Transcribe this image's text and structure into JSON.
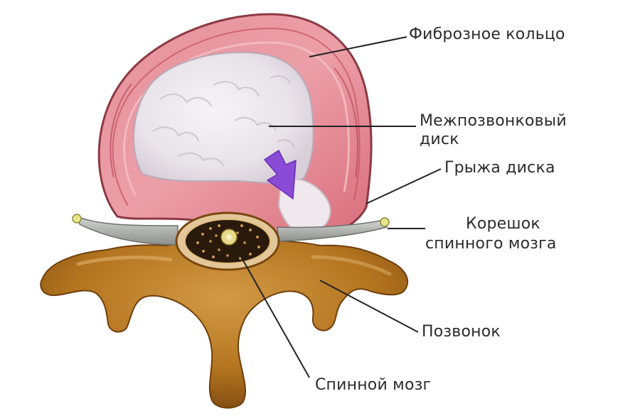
{
  "labels": {
    "annulus": "Фиброзное кольцо",
    "disc_line1": "Межпозвонковый",
    "disc_line2": "диск",
    "hernia": "Грыжа диска",
    "root_line1": "Корешок",
    "root_line2": "спинного мозга",
    "vertebra": "Позвонок",
    "spinal_cord": "Спинной мозг"
  },
  "colors": {
    "annulus": "#e7939b",
    "annulus_outline": "#8c3a45",
    "nucleus": "#ece8ee",
    "hernia_arrow": "#8a4bd6",
    "bone": "#b3741f",
    "bone_dark": "#7a4710",
    "nerve": "#a9aba8",
    "cord": "#2a1a0c",
    "line": "#222222"
  }
}
